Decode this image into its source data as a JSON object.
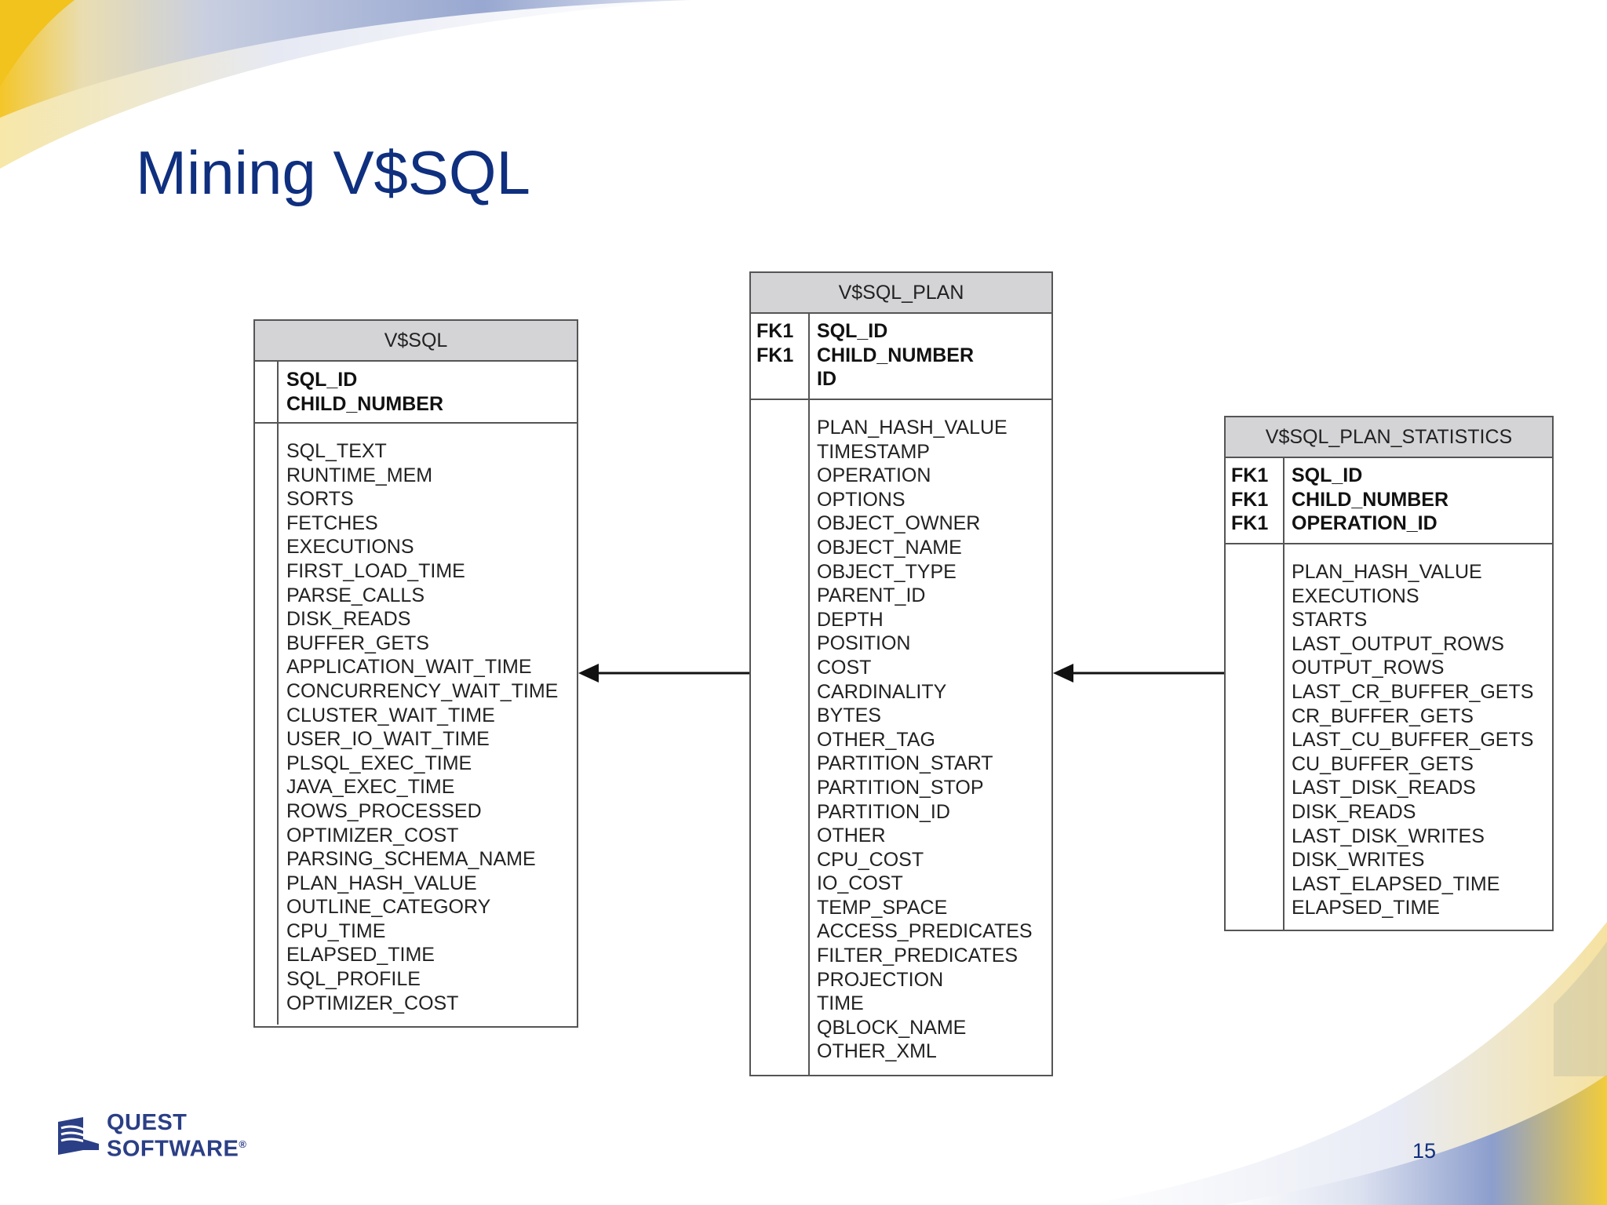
{
  "slide": {
    "title": "Mining V$SQL",
    "page_number": "15"
  },
  "logo": {
    "line1": "QUEST",
    "line2": "SOFTWARE",
    "mark": "®"
  },
  "entities": {
    "vsql": {
      "name": "V$SQL",
      "keys": [
        "SQL_ID",
        "CHILD_NUMBER"
      ],
      "fields": [
        "SQL_TEXT",
        "RUNTIME_MEM",
        "SORTS",
        "FETCHES",
        "EXECUTIONS",
        "FIRST_LOAD_TIME",
        "PARSE_CALLS",
        "DISK_READS",
        "BUFFER_GETS",
        "APPLICATION_WAIT_TIME",
        "CONCURRENCY_WAIT_TIME",
        "CLUSTER_WAIT_TIME",
        "USER_IO_WAIT_TIME",
        "PLSQL_EXEC_TIME",
        "JAVA_EXEC_TIME",
        "ROWS_PROCESSED",
        "OPTIMIZER_COST",
        "PARSING_SCHEMA_NAME",
        "PLAN_HASH_VALUE",
        "OUTLINE_CATEGORY",
        "CPU_TIME",
        "ELAPSED_TIME",
        "SQL_PROFILE",
        "OPTIMIZER_COST"
      ]
    },
    "vsql_plan": {
      "name": "V$SQL_PLAN",
      "fk_labels": [
        "FK1",
        "FK1"
      ],
      "keys": [
        "SQL_ID",
        "CHILD_NUMBER",
        "ID"
      ],
      "fields": [
        "PLAN_HASH_VALUE",
        "TIMESTAMP",
        "OPERATION",
        "OPTIONS",
        "OBJECT_OWNER",
        "OBJECT_NAME",
        "OBJECT_TYPE",
        "PARENT_ID",
        "DEPTH",
        "POSITION",
        "COST",
        "CARDINALITY",
        "BYTES",
        "OTHER_TAG",
        "PARTITION_START",
        "PARTITION_STOP",
        "PARTITION_ID",
        "OTHER",
        "CPU_COST",
        "IO_COST",
        "TEMP_SPACE",
        "ACCESS_PREDICATES",
        "FILTER_PREDICATES",
        "PROJECTION",
        "TIME",
        "QBLOCK_NAME",
        "OTHER_XML"
      ]
    },
    "vsql_plan_statistics": {
      "name": "V$SQL_PLAN_STATISTICS",
      "fk_labels": [
        "FK1",
        "FK1",
        "FK1"
      ],
      "keys": [
        "SQL_ID",
        "CHILD_NUMBER",
        "OPERATION_ID"
      ],
      "fields": [
        "PLAN_HASH_VALUE",
        "EXECUTIONS",
        "STARTS",
        "LAST_OUTPUT_ROWS",
        "OUTPUT_ROWS",
        "LAST_CR_BUFFER_GETS",
        "CR_BUFFER_GETS",
        "LAST_CU_BUFFER_GETS",
        "CU_BUFFER_GETS",
        "LAST_DISK_READS",
        "DISK_READS",
        "LAST_DISK_WRITES",
        "DISK_WRITES",
        "LAST_ELAPSED_TIME",
        "ELAPSED_TIME"
      ]
    }
  },
  "colors": {
    "title": "#0f2f7f",
    "header_fill": "#d4d3d6",
    "border": "#555555",
    "accent_yellow": "#f3c623",
    "accent_blue": "#8fa3cf"
  }
}
